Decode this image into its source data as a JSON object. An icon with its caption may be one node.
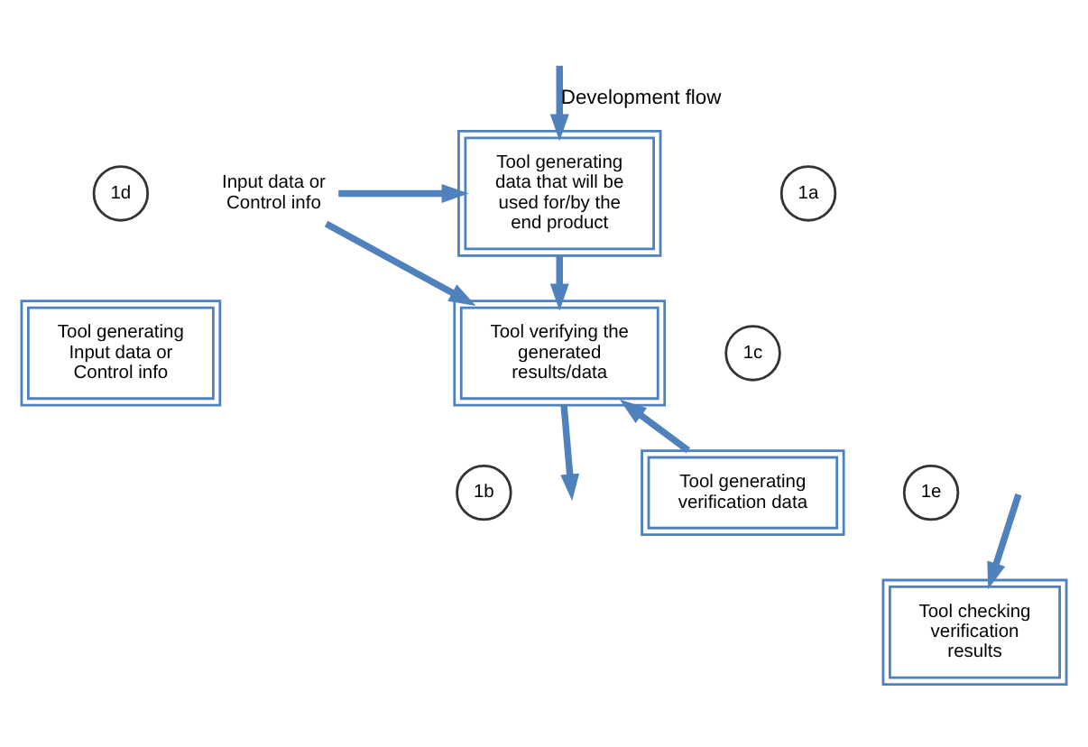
{
  "diagram": {
    "nodes": [
      {
        "text": [
          "1d"
        ]
      },
      {
        "text": [
          "Tool generating Input data or Control info"
        ]
      },
      {
        "text": [
          "Input data or Control info"
        ]
      },
      {
        "text": [
          "Tool generating data that will be used for/by the end product"
        ]
      },
      {
        "text": [
          "1a"
        ]
      },
      {
        "text": [
          "Tool verifying the generated results/data"
        ]
      },
      {
        "text": [
          "1c"
        ]
      },
      {
        "text": [
          "Tool generating verification data"
        ]
      },
      {
        "text": [
          "1e"
        ]
      },
      {
        "text": [
          "Tool checking verification results"
        ]
      },
      {
        "text": [
          "1b"
        ]
      }
    ],
    "edges": [
      {
        "from": null,
        "to": 3,
        "arrow": "to",
        "label": "Development flow"
      },
      {
        "from": 2,
        "to": 3,
        "arrow": "to"
      },
      {
        "from": 2,
        "to": 5,
        "arrow": "to"
      },
      {
        "from": 3,
        "to": 5,
        "arrow": "to"
      },
      {
        "from": 7,
        "to": 5,
        "arrow": "to"
      },
      {
        "from": 5,
        "to": null,
        "arrow": "to"
      },
      {
        "from": null,
        "to": 9,
        "arrow": "to"
      }
    ]
  }
}
